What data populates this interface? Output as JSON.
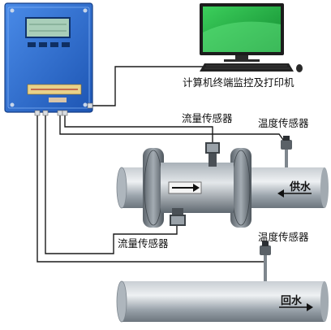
{
  "labels": {
    "computer": "计算机终端监控及打印机",
    "flow_sensor_top": "流量传感器",
    "temp_sensor_top": "温度传感器",
    "flow_sensor_bottom": "流量传感器",
    "temp_sensor_bottom": "温度传感器",
    "supply_water": "供水",
    "return_water": "回水"
  },
  "colors": {
    "meter_box": "#2f6fd0",
    "meter_box_dark": "#1f4f9f",
    "display": "#9fc6b2",
    "pipe": "#8e979f",
    "flange": "#6f7880",
    "monitor_screen": "#22aa44",
    "wire": "#1a1a1a"
  }
}
